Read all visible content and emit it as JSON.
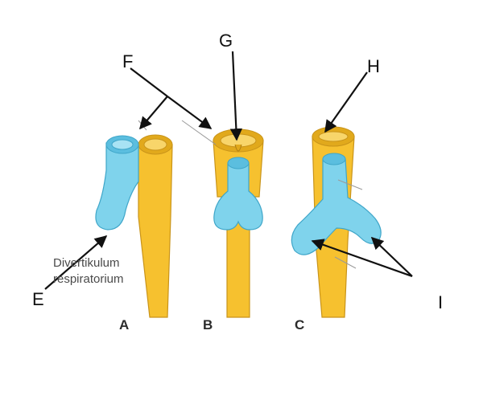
{
  "labels": {
    "E": "E",
    "F": "F",
    "G": "G",
    "H": "H",
    "I": "I"
  },
  "panels": {
    "A": "A",
    "B": "B",
    "C": "C"
  },
  "annotation": {
    "line1": "Divertikulum",
    "line2": "respiratorium"
  },
  "colors": {
    "tube": "#F6C12F",
    "bud": "#7FD3EC",
    "arrow": "#111111"
  }
}
